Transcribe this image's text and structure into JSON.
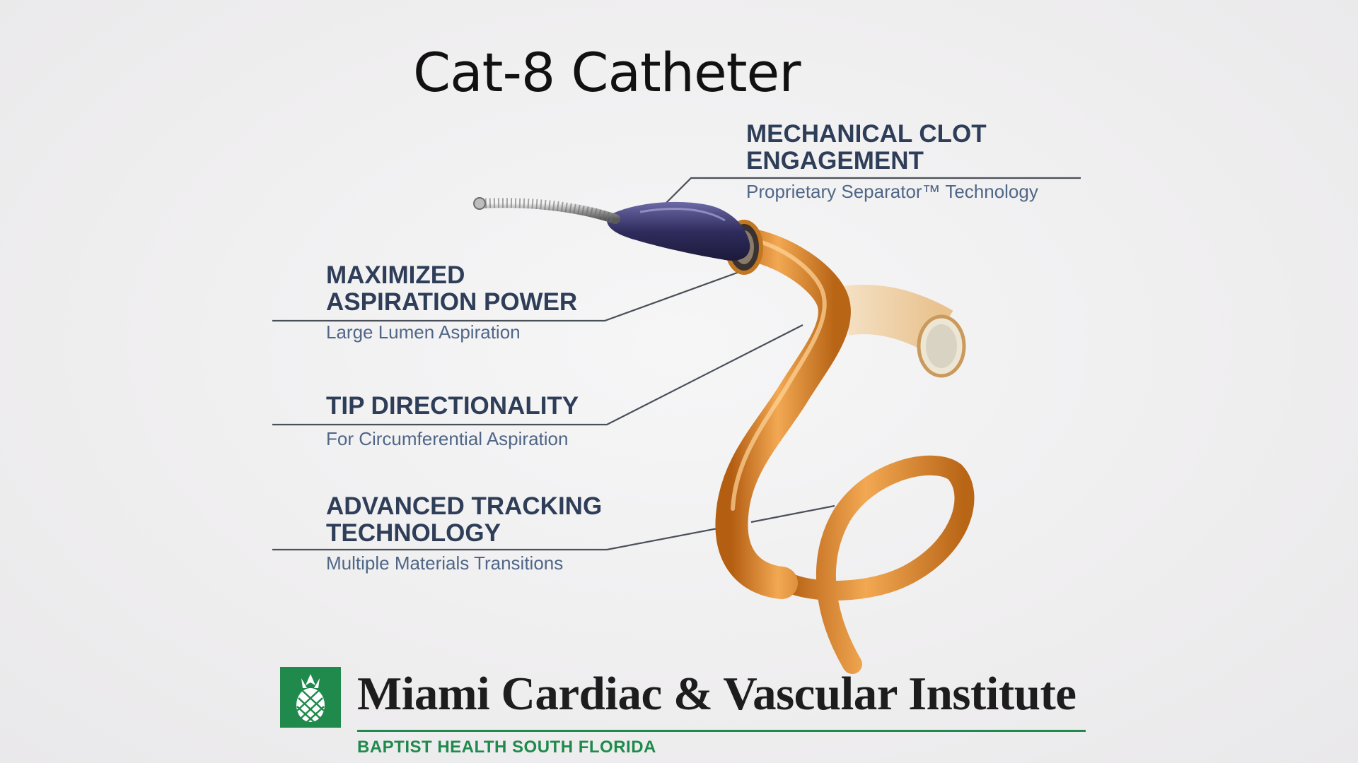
{
  "slide": {
    "title": "Cat-8 Catheter"
  },
  "callouts": [
    {
      "heading_line1": "MECHANICAL CLOT",
      "heading_line2": "ENGAGEMENT",
      "subtitle": "Proprietary Separator™ Technology"
    },
    {
      "heading_line1": "MAXIMIZED",
      "heading_line2": "ASPIRATION POWER",
      "subtitle": "Large Lumen Aspiration"
    },
    {
      "heading_line1": "TIP DIRECTIONALITY",
      "subtitle": "For Circumferential Aspiration"
    },
    {
      "heading_line1": "ADVANCED TRACKING",
      "heading_line2": "TECHNOLOGY",
      "subtitle": "Multiple Materials Transitions"
    }
  ],
  "logo": {
    "name": "Miami Cardiac & Vascular Institute",
    "tagline": "BAPTIST HEALTH SOUTH FLORIDA",
    "brand_color": "#1f8a4c",
    "icon": "pineapple-icon"
  },
  "colors": {
    "heading": "#2f3e58",
    "subtitle": "#4f6687",
    "catheter": "#d98a2e"
  }
}
